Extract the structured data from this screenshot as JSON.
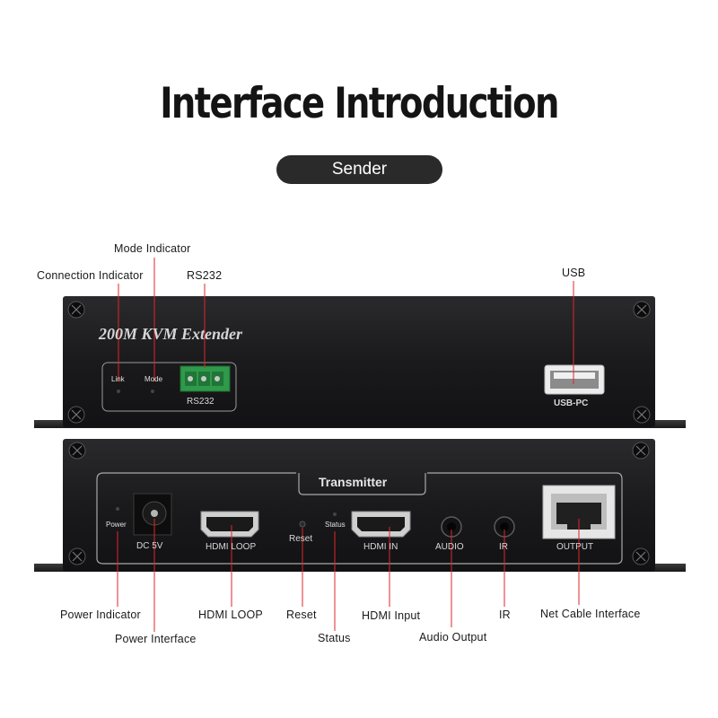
{
  "header": {
    "title": "Interface Introduction",
    "badge": "Sender"
  },
  "front_panel": {
    "brand_label": "200M KVM Extender",
    "link_label": "Link",
    "mode_label": "Mode",
    "rs232_label": "RS232",
    "usb_label": "USB-PC"
  },
  "rear_panel": {
    "section_label": "Transmitter",
    "power_label": "Power",
    "dc_label": "DC 5V",
    "hdmi_loop_label": "HDMI LOOP",
    "reset_label": "Reset",
    "status_label": "Status",
    "hdmi_in_label": "HDMI IN",
    "audio_label": "AUDIO",
    "ir_label": "IR",
    "output_label": "OUTPUT"
  },
  "callouts": {
    "mode_indicator": "Mode Indicator",
    "connection_indicator": "Connection Indicator",
    "rs232": "RS232",
    "usb": "USB",
    "power_indicator": "Power Indicator",
    "power_interface": "Power Interface",
    "hdmi_loop": "HDMI LOOP",
    "reset": "Reset",
    "status": "Status",
    "hdmi_input": "HDMI Input",
    "audio_output": "Audio Output",
    "ir": "IR",
    "net_cable_interface": "Net Cable Interface"
  },
  "colors": {
    "leader_line": "#e0252b",
    "device_body": "#1c1c1e",
    "rs232_terminal": "#2f9a4a",
    "badge_bg": "#2a2a2a"
  }
}
